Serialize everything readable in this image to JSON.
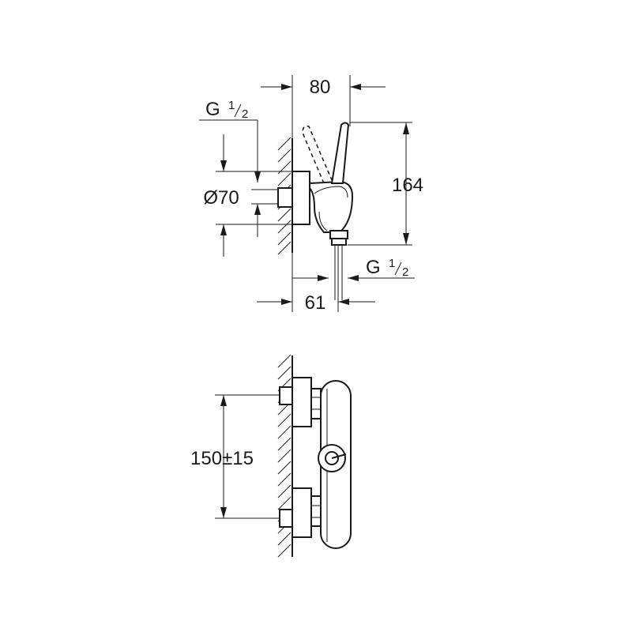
{
  "side_view": {
    "dim_width_top": "80",
    "dim_height": "164",
    "dim_diameter": "Ø70",
    "dim_depth_bottom": "61",
    "thread_top": {
      "main": "G",
      "num": "1",
      "den": "2"
    },
    "thread_bottom": {
      "main": "G",
      "num": "1",
      "den": "2"
    }
  },
  "front_view": {
    "dim_centers": "150±15"
  }
}
